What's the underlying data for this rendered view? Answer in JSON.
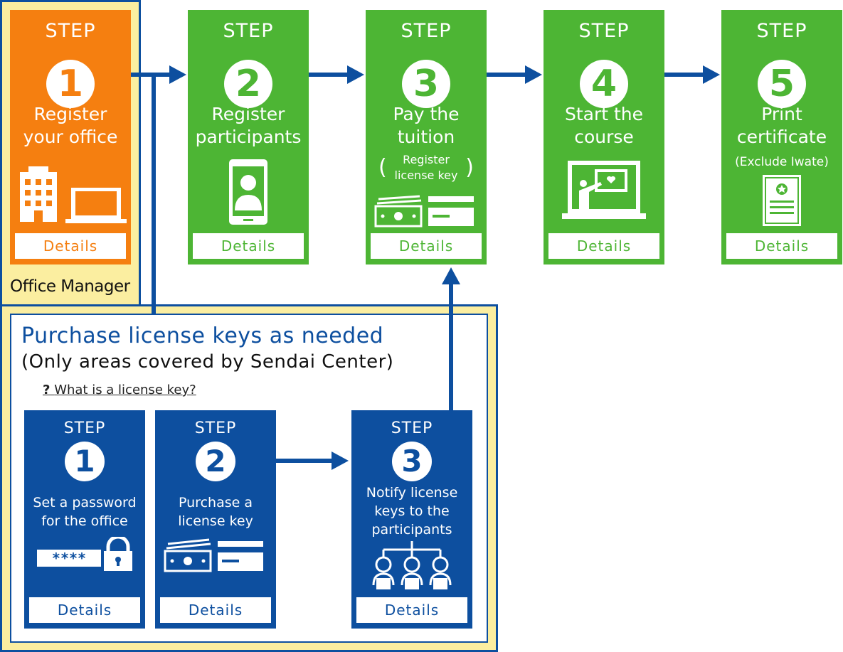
{
  "zones": {
    "office_manager_label": "Office Manager",
    "purchase_title": "Purchase license keys as needed",
    "purchase_subtitle": "(Only areas covered by Sendai Center)",
    "faq_mark": "?",
    "faq_text": "What is a license key?"
  },
  "main_steps": [
    {
      "step": "STEP",
      "number": "1",
      "title_line1": "Register",
      "title_line2": "your office",
      "details": "Details",
      "color": "#f57f10",
      "icon": "building-laptop-icon"
    },
    {
      "step": "STEP",
      "number": "2",
      "title_line1": "Register",
      "title_line2": "participants",
      "details": "Details",
      "color": "#4db534",
      "icon": "smartphone-person-icon"
    },
    {
      "step": "STEP",
      "number": "3",
      "title_line1": "Pay the",
      "title_line2": "tuition",
      "note_line1": "Register",
      "note_line2": "license key",
      "paren_open": "(",
      "paren_close": ")",
      "details": "Details",
      "color": "#4db534",
      "icon": "money-card-icon"
    },
    {
      "step": "STEP",
      "number": "4",
      "title_line1": "Start the",
      "title_line2": "course",
      "details": "Details",
      "color": "#4db534",
      "icon": "laptop-lecture-icon"
    },
    {
      "step": "STEP",
      "number": "5",
      "title_line1": "Print",
      "title_line2": "certificate",
      "note": "(Exclude Iwate)",
      "details": "Details",
      "color": "#4db534",
      "icon": "certificate-icon"
    }
  ],
  "sub_steps": [
    {
      "step": "STEP",
      "number": "1",
      "title_line1": "Set a password",
      "title_line2": "for the office",
      "details": "Details",
      "icon": "password-lock-icon",
      "password_mask": "****"
    },
    {
      "step": "STEP",
      "number": "2",
      "title_line1": "Purchase a",
      "title_line2": "license key",
      "details": "Details",
      "icon": "money-card-icon"
    },
    {
      "step": "STEP",
      "number": "3",
      "title_line1": "Notify license",
      "title_line2": "keys to the",
      "title_line3": "participants",
      "details": "Details",
      "icon": "participants-tree-icon"
    }
  ],
  "colors": {
    "orange": "#f57f10",
    "green": "#4db534",
    "blue": "#0d4f9f",
    "zone_yellow": "#fbeea0"
  }
}
